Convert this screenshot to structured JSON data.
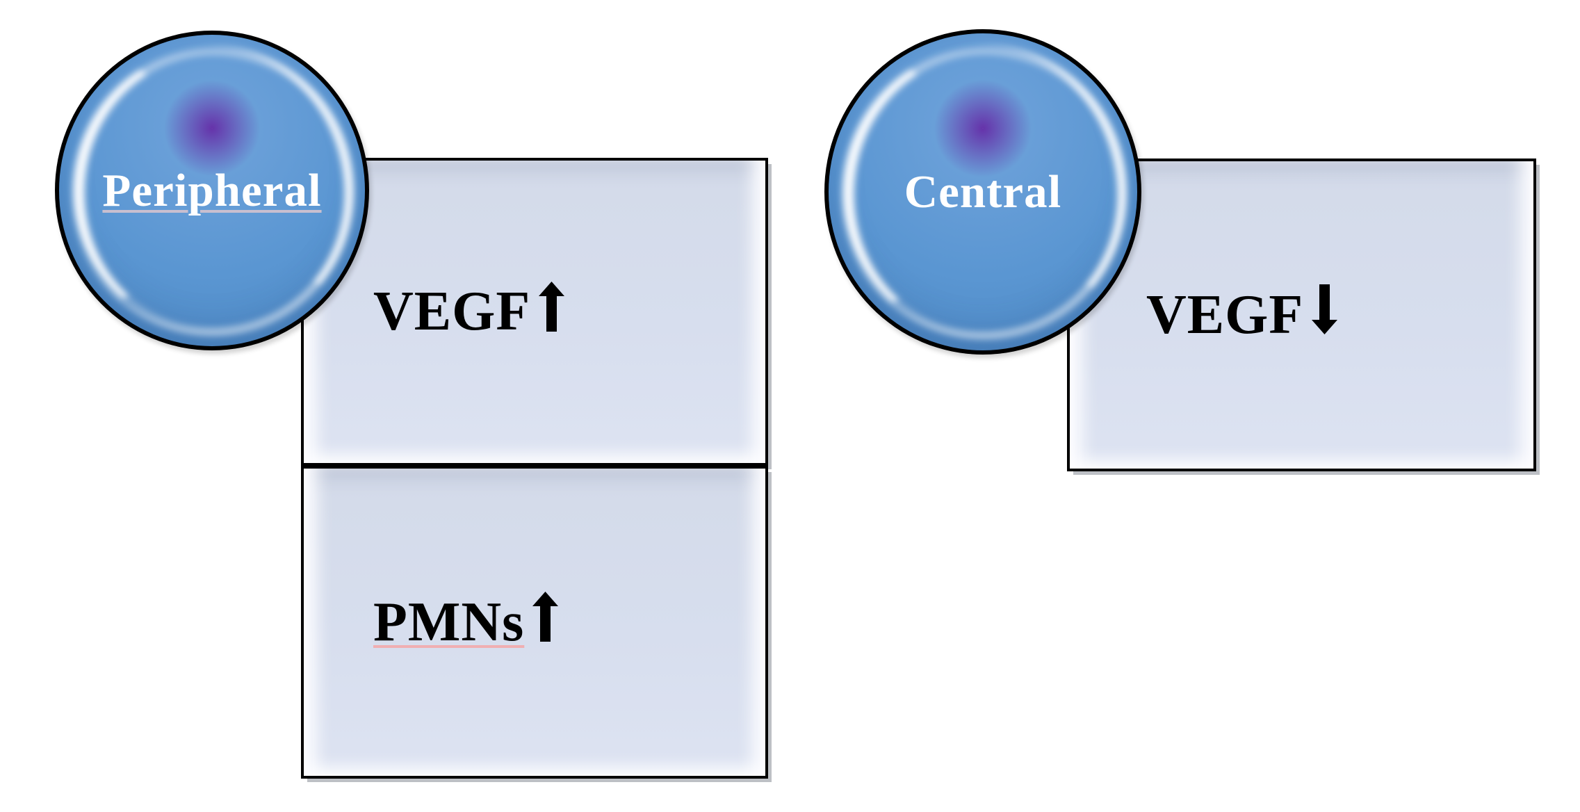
{
  "peripheral": {
    "circle_label": "Peripheral",
    "boxes": [
      {
        "label": "VEGF",
        "arrow": "up"
      },
      {
        "label": "PMNs",
        "arrow": "up"
      }
    ]
  },
  "central": {
    "circle_label": "Central",
    "boxes": [
      {
        "label": "VEGF",
        "arrow": "down"
      }
    ]
  },
  "colors": {
    "sphere_fill": "#5a96d2",
    "panel_fill": "#d7deee",
    "outline": "#000000",
    "circle_text": "#ffffff",
    "label_text": "#000000",
    "arrow": "#000000",
    "spellcheck_underline_pmns": "#f0afb2",
    "spellcheck_underline_peripheral": "#c9bfcf"
  }
}
